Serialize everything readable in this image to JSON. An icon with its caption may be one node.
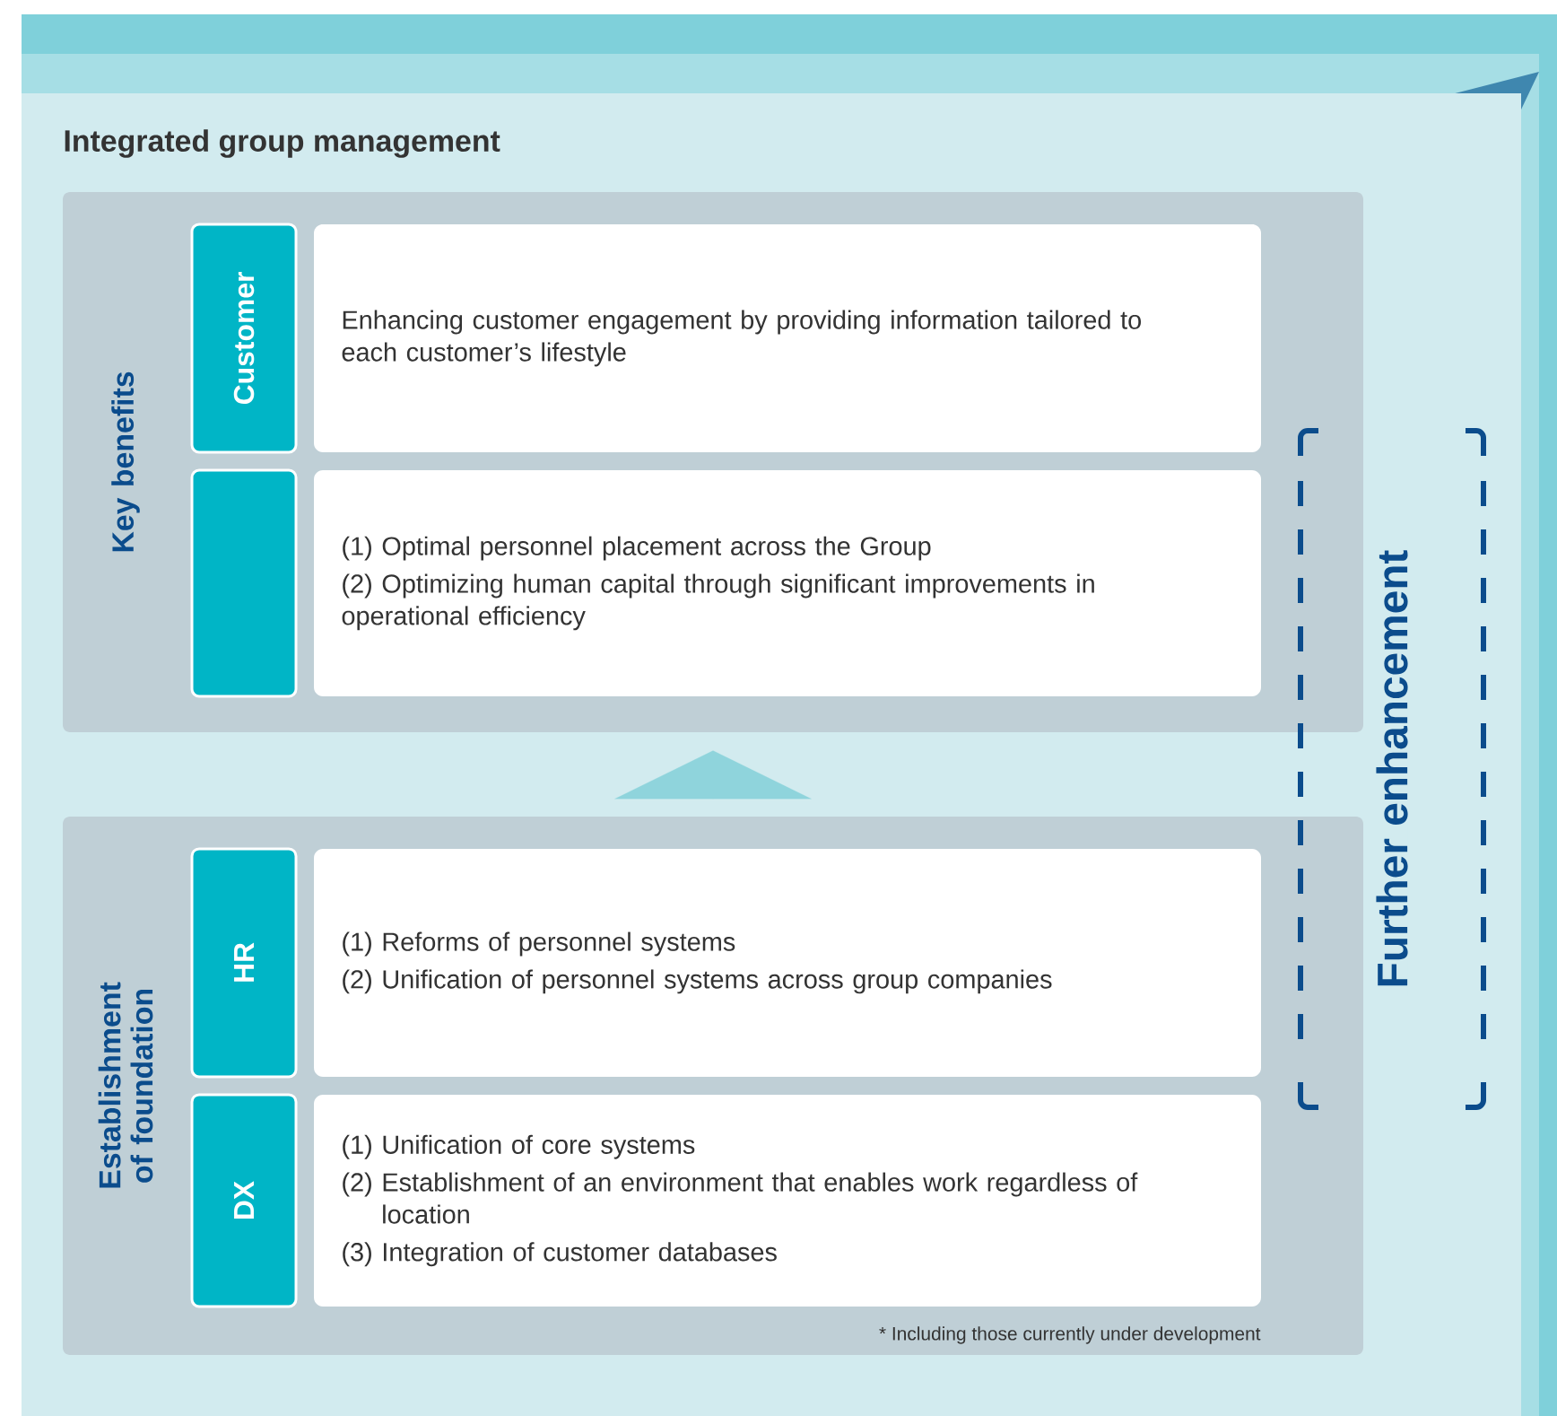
{
  "diagram": {
    "nodes": [
      {
        "text": [
          "Integrated group management"
        ]
      },
      {
        "text": [
          "Key benefits"
        ],
        "in": 0
      },
      {
        "text": [
          "Customer"
        ],
        "in": 1
      },
      {
        "text": [
          "Enhancing customer engagement by providing information tailored to each customer’s lifestyle"
        ],
        "in": 1
      },
      {
        "text": [],
        "shape": "box",
        "in": 1
      },
      {
        "text": [
          "(1) Optimal personnel placement across the Group",
          "(2) Optimizing human capital through significant improvements in operational efficiency"
        ],
        "in": 1
      },
      {
        "text": [
          "Establishment of foundation"
        ],
        "in": 0
      },
      {
        "text": [
          "HR"
        ],
        "in": 6
      },
      {
        "text": [
          "(1) Reforms of personnel systems",
          "(2) Unification of personnel systems across group companies"
        ],
        "in": 6
      },
      {
        "text": [
          "DX"
        ],
        "in": 6
      },
      {
        "text": [
          "(1) Unification of core systems",
          "(2) Establishment of an environment that enables work regardless of location",
          "(3) Integration of customer databases"
        ],
        "in": 6
      },
      {
        "text": [
          "Further enhancement"
        ],
        "in": 0
      }
    ],
    "edges": [
      {
        "from": 6,
        "to": 1,
        "arrow": "to"
      }
    ],
    "labels": [
      "* Including those currently under development"
    ]
  }
}
